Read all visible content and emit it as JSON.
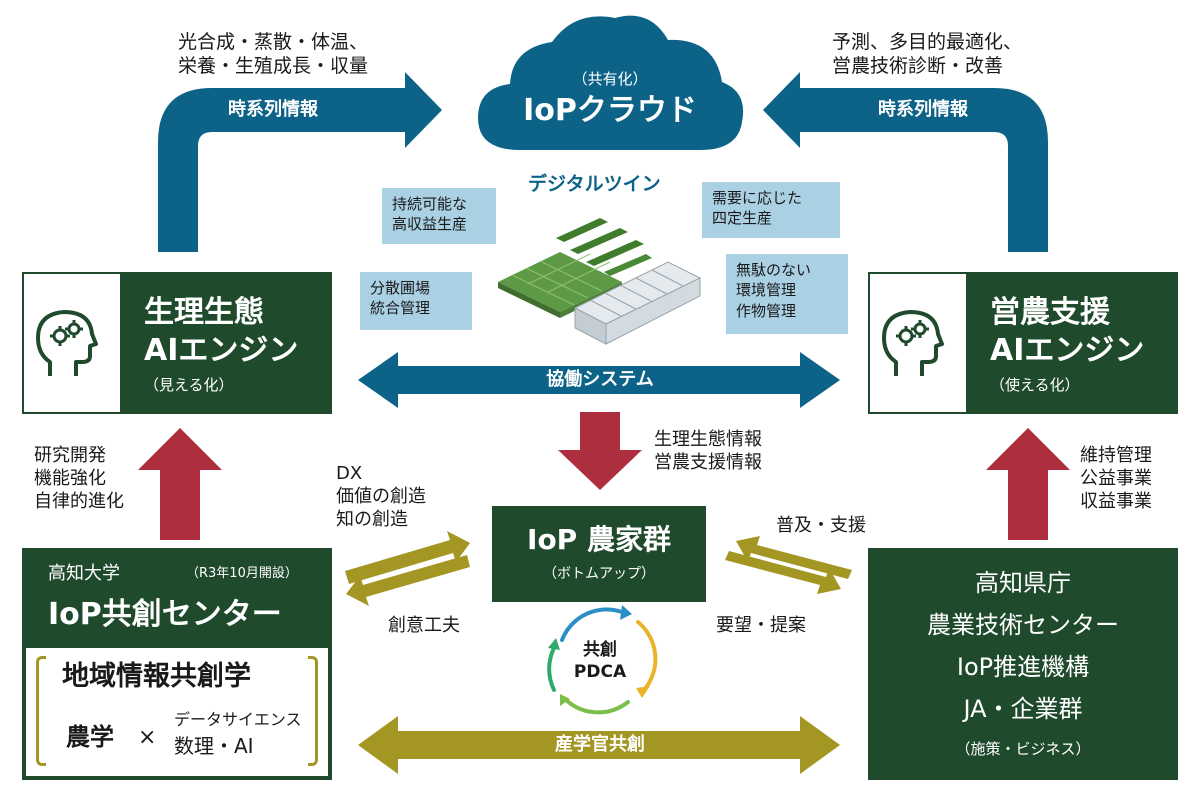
{
  "cloud": {
    "sub": "（共有化）",
    "title": "IoPクラウド"
  },
  "top_left": {
    "text": "光合成・蒸散・体温、\n栄養・生殖成長・収量",
    "arrow_label": "時系列情報"
  },
  "top_right": {
    "text": "予測、多目的最適化、\n営農技術診断・改善",
    "arrow_label": "時系列情報"
  },
  "digital_twin": {
    "label": "デジタルツイン"
  },
  "tags": {
    "sustainable": "持続可能な\n高収益生産",
    "demand": "需要に応じた\n四定生産",
    "distributed": "分散圃場\n統合管理",
    "no_waste": "無駄のない\n環境管理\n作物管理"
  },
  "left_engine": {
    "title1": "生理生態",
    "title2": "AIエンジン",
    "sub": "（見える化）"
  },
  "right_engine": {
    "title1": "営農支援",
    "title2": "AIエンジン",
    "sub": "（使える化）"
  },
  "cooperation": {
    "label": "協働システム"
  },
  "center_arrow": {
    "text": "生理生態情報\n営農支援情報"
  },
  "left_up": {
    "text": "研究開発\n機能強化\n自律的進化"
  },
  "right_up": {
    "text": "維持管理\n公益事業\n収益事業"
  },
  "dx": {
    "text": "DX\n価値の創造\n知の創造"
  },
  "farmers": {
    "title": "IoP 農家群",
    "sub": "（ボトムアップ）"
  },
  "spread": {
    "text": "普及・支援"
  },
  "ingenuity": {
    "text": "創意工夫"
  },
  "request": {
    "text": "要望・提案"
  },
  "pdca": {
    "line1": "共創",
    "line2": "PDCA"
  },
  "kochi_univ": {
    "name": "高知大学",
    "note": "（R3年10月開設）",
    "center": "IoP共創センター",
    "field": "地域情報共創学",
    "left": "農学",
    "times": "×",
    "right1": "データサイエンス",
    "right2": "数理・AI"
  },
  "prefecture": {
    "line1": "高知県庁",
    "line2": "農業技術センター",
    "line3": "IoP推進機構",
    "line4": "JA・企業群",
    "sub": "（施策・ビジネス）"
  },
  "industry": {
    "label": "産学官共創"
  },
  "colors": {
    "teal": "#0d6387",
    "green": "#1f4a2c",
    "red": "#ad2f3f",
    "olive": "#a39623",
    "light_blue": "#a9d0e3"
  }
}
